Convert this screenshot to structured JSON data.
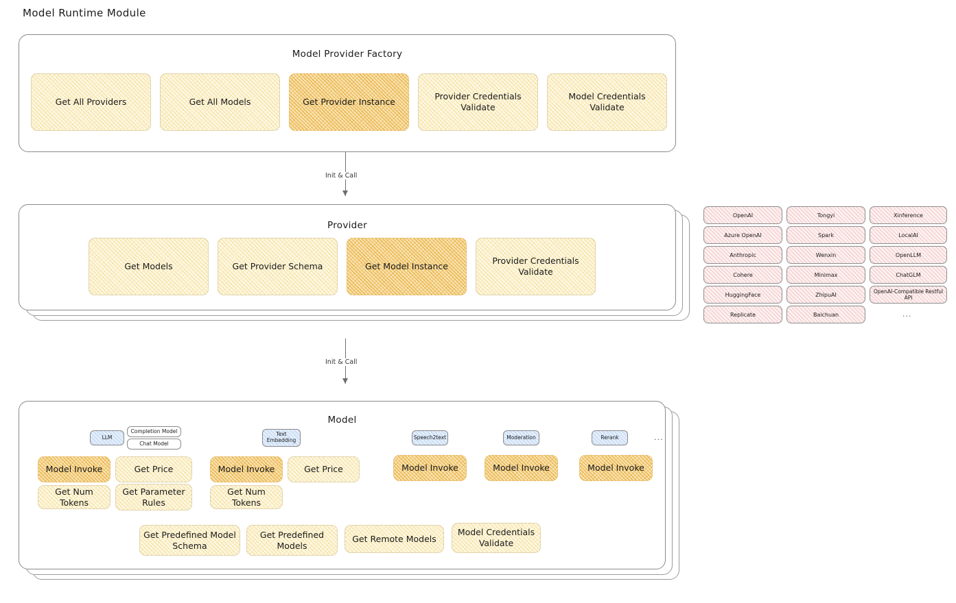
{
  "page": {
    "title": "Model Runtime Module"
  },
  "factory": {
    "title": "Model Provider Factory",
    "boxes": [
      {
        "label": "Get All Providers",
        "highlighted": false
      },
      {
        "label": "Get All Models",
        "highlighted": false
      },
      {
        "label": "Get Provider Instance",
        "highlighted": true
      },
      {
        "label": "Provider Credentials Validate",
        "highlighted": false
      },
      {
        "label": "Model Credentials Validate",
        "highlighted": false
      }
    ]
  },
  "arrows": [
    {
      "label": "Init & Call",
      "from": "Model Provider Factory",
      "to": "Provider"
    },
    {
      "label": "Init & Call",
      "from": "Provider",
      "to": "Model"
    }
  ],
  "provider": {
    "title": "Provider",
    "boxes": [
      {
        "label": "Get Models",
        "highlighted": false
      },
      {
        "label": "Get Provider Schema",
        "highlighted": false
      },
      {
        "label": "Get Model Instance",
        "highlighted": true
      },
      {
        "label": "Provider Credentials Validate",
        "highlighted": false
      }
    ]
  },
  "provider_list": {
    "columns": [
      {
        "items": [
          "OpenAI",
          "Azure OpenAI",
          "Anthropic",
          "Cohere",
          "HuggingFace",
          "Replicate"
        ]
      },
      {
        "items": [
          "Tongyi",
          "Spark",
          "Wenxin",
          "Minimax",
          "ZhipuAI",
          "Baichuan"
        ]
      },
      {
        "items": [
          "Xinference",
          "LocalAI",
          "OpenLLM",
          "ChatGLM",
          "OpenAI-Compatible Restful API"
        ]
      }
    ],
    "more": "..."
  },
  "model": {
    "title": "Model",
    "more": "...",
    "types": [
      {
        "tag": "LLM",
        "tag_style": "blue",
        "subtags": [
          "Completion Model",
          "Chat Model"
        ],
        "methods": [
          {
            "label": "Model Invoke",
            "highlighted": true
          },
          {
            "label": "Get Price",
            "highlighted": false
          },
          {
            "label": "Get Num Tokens",
            "highlighted": false
          },
          {
            "label": "Get Parameter Rules",
            "highlighted": false
          }
        ]
      },
      {
        "tag": "Text Embedding",
        "tag_style": "blue",
        "subtags": [],
        "methods": [
          {
            "label": "Model Invoke",
            "highlighted": true
          },
          {
            "label": "Get Price",
            "highlighted": false
          },
          {
            "label": "Get Num Tokens",
            "highlighted": false
          }
        ]
      },
      {
        "tag": "Speech2text",
        "tag_style": "blue",
        "subtags": [],
        "methods": [
          {
            "label": "Model Invoke",
            "highlighted": true
          }
        ]
      },
      {
        "tag": "Moderation",
        "tag_style": "blue",
        "subtags": [],
        "methods": [
          {
            "label": "Model Invoke",
            "highlighted": true
          }
        ]
      },
      {
        "tag": "Rerank",
        "tag_style": "blue",
        "subtags": [],
        "methods": [
          {
            "label": "Model Invoke",
            "highlighted": true
          }
        ]
      }
    ],
    "common_methods": [
      {
        "label": "Get Predefined Model Schema"
      },
      {
        "label": "Get Predefined Models"
      },
      {
        "label": "Get Remote Models"
      },
      {
        "label": "Model Credentials Validate"
      }
    ]
  }
}
